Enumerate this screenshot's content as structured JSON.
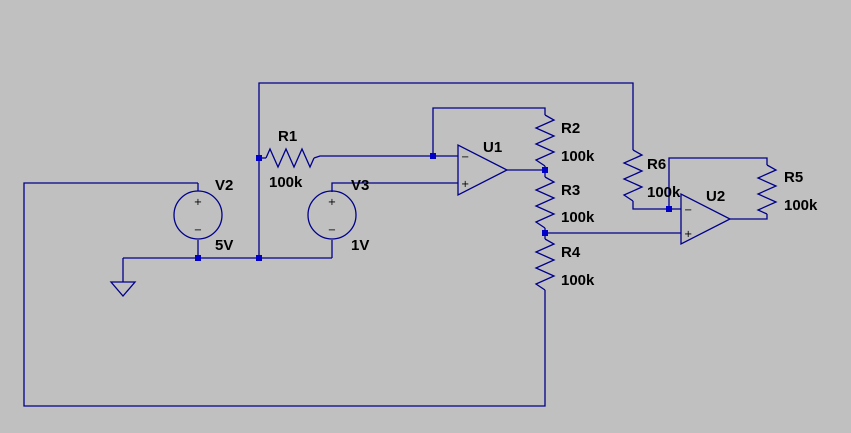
{
  "colors": {
    "background": "#c0c0c0",
    "wire": "#00008b",
    "junction": "#0000c8",
    "text": "#000000"
  },
  "components": {
    "R1": {
      "ref": "R1",
      "value": "100k"
    },
    "R2": {
      "ref": "R2",
      "value": "100k"
    },
    "R3": {
      "ref": "R3",
      "value": "100k"
    },
    "R4": {
      "ref": "R4",
      "value": "100k"
    },
    "R5": {
      "ref": "R5",
      "value": "100k"
    },
    "R6": {
      "ref": "R6",
      "value": "100k"
    },
    "V2": {
      "ref": "V2",
      "value": "5V"
    },
    "V3": {
      "ref": "V3",
      "value": "1V"
    },
    "U1": {
      "ref": "U1"
    },
    "U2": {
      "ref": "U2"
    }
  },
  "pins": {
    "plus": "+",
    "minus": "−"
  }
}
